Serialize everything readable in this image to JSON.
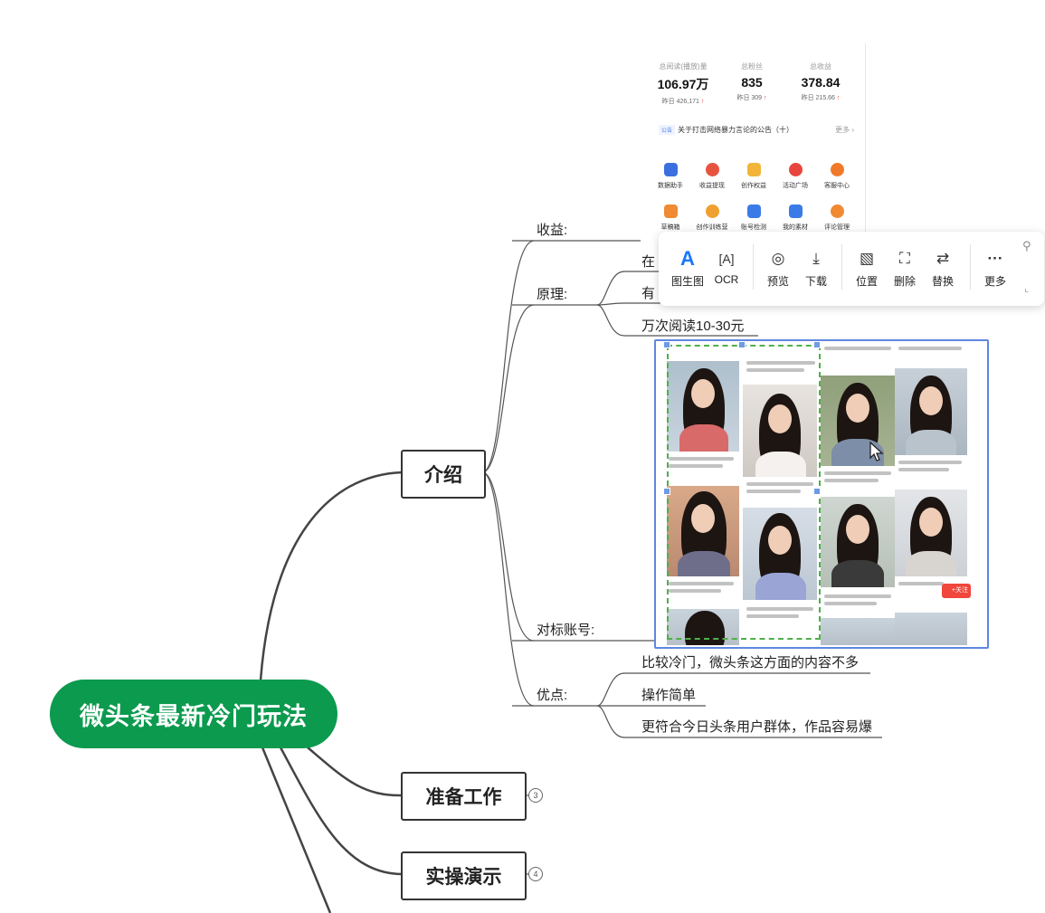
{
  "mindmap": {
    "root": "微头条最新冷门玩法",
    "branches": {
      "intro": "介绍",
      "prep": "准备工作",
      "demo": "实操演示"
    },
    "prep_count": "3",
    "demo_count": "4",
    "intro_children": {
      "income_label": "收益:",
      "principle_label": "原理:",
      "principle_items": [
        "在",
        "有",
        "万次阅读10-30元"
      ],
      "benchmark_label": "对标账号:",
      "advantages_label": "优点:",
      "advantages": [
        "比较冷门，微头条这方面的内容不多",
        "操作简单",
        "更符合今日头条用户群体，作品容易爆"
      ]
    }
  },
  "dashboard": {
    "stats": [
      {
        "title": "总阅读(播放)量",
        "value": "106.97万",
        "yesterday": "昨日 426,171"
      },
      {
        "title": "总粉丝",
        "value": "835",
        "yesterday": "昨日 309"
      },
      {
        "title": "总收益",
        "value": "378.84",
        "yesterday": "昨日 215.66"
      }
    ],
    "up_arrow": "↑",
    "notice": {
      "tag": "公告",
      "text": "关于打击网络暴力言论的公告（十）",
      "more": "更多 ›"
    },
    "tools_row1": [
      {
        "label": "数据助手",
        "color": "#3b6fe0"
      },
      {
        "label": "收益提现",
        "color": "#e8533f"
      },
      {
        "label": "创作权益",
        "color": "#f2b53a"
      },
      {
        "label": "活动广场",
        "color": "#e8453c"
      },
      {
        "label": "客服中心",
        "color": "#f07a2a"
      }
    ],
    "tools_row2": [
      {
        "label": "草稿箱",
        "color": "#f08a33"
      },
      {
        "label": "创作训练营",
        "color": "#f0a030"
      },
      {
        "label": "账号检测",
        "color": "#3b7be8"
      },
      {
        "label": "我的素材",
        "color": "#3b7be8"
      },
      {
        "label": "评论管理",
        "color": "#f08a33"
      }
    ]
  },
  "image_toolbar": {
    "items": [
      {
        "name": "ai-image-icon",
        "glyph": "A",
        "label": "图生图"
      },
      {
        "name": "ocr-icon",
        "glyph": "[A]",
        "label": "OCR"
      },
      {
        "name": "preview-icon",
        "glyph": "◎",
        "label": "预览"
      },
      {
        "name": "download-icon",
        "glyph": "⤓",
        "label": "下载"
      },
      {
        "name": "position-icon",
        "glyph": "▧",
        "label": "位置"
      },
      {
        "name": "delete-image-icon",
        "glyph": "⛶",
        "label": "删除"
      },
      {
        "name": "replace-icon",
        "glyph": "⇄",
        "label": "替换"
      },
      {
        "name": "more-icon",
        "glyph": "···",
        "label": "更多"
      }
    ],
    "pin_glyph": "⚲",
    "resize_glyph": "⌞",
    "accent": "#1677ff"
  },
  "photo_grid": {
    "follow_badge": "+关注",
    "accent": "#5f87e0"
  }
}
